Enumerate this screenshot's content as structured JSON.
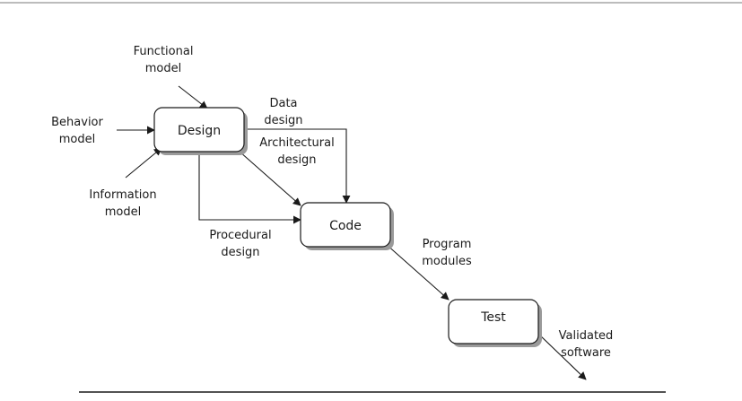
{
  "diagram": {
    "nodes": {
      "design": "Design",
      "code": "Code",
      "test": "Test"
    },
    "inputs": {
      "functional_model": [
        "Functional",
        "model"
      ],
      "behavior_model": [
        "Behavior",
        "model"
      ],
      "information_model": [
        "Information",
        "model"
      ]
    },
    "edges": {
      "data_design": [
        "Data",
        "design"
      ],
      "architectural_design": [
        "Architectural",
        "design"
      ],
      "procedural_design": [
        "Procedural",
        "design"
      ],
      "program_modules": [
        "Program",
        "modules"
      ],
      "validated_software": [
        "Validated",
        "software"
      ]
    }
  }
}
